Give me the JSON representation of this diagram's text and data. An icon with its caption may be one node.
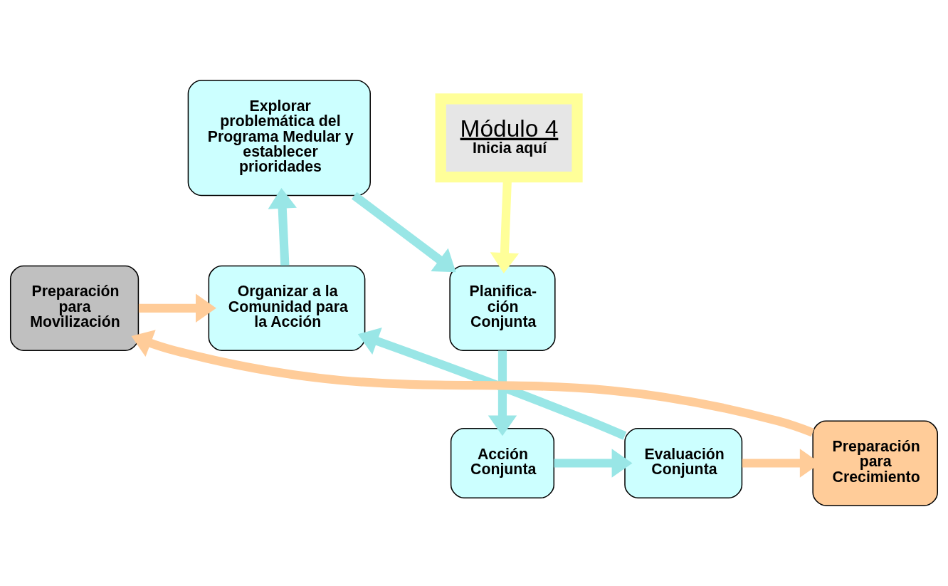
{
  "diagram": {
    "nodes": [
      {
        "text": [
          "Preparación para Movilización"
        ]
      },
      {
        "text": [
          "Organizar a la Comunidad para la Acción"
        ]
      },
      {
        "text": [
          "Explorar problemática del Programa Medular y establecer prioridades"
        ]
      },
      {
        "text": [
          "Módulo 4",
          "Inicia aquí"
        ]
      },
      {
        "text": [
          "Planifica- ción Conjunta"
        ]
      },
      {
        "text": [
          "Acción Conjunta"
        ]
      },
      {
        "text": [
          "Evaluación Conjunta"
        ]
      },
      {
        "text": [
          "Preparación para Crecimiento"
        ]
      }
    ],
    "edges": [
      {
        "from": 0,
        "to": 1,
        "arrow": "to",
        "color": "#ffcc99"
      },
      {
        "from": 1,
        "to": 2,
        "arrow": "to"
      },
      {
        "from": 2,
        "to": 4,
        "arrow": "to"
      },
      {
        "from": 3,
        "to": 4,
        "arrow": "to",
        "color": "#ffff99"
      },
      {
        "from": 4,
        "to": 5,
        "arrow": "to"
      },
      {
        "from": 5,
        "to": 6,
        "arrow": "to"
      },
      {
        "from": 6,
        "to": 1,
        "arrow": "to"
      },
      {
        "from": 6,
        "to": 7,
        "arrow": "to",
        "color": "#ffcc99"
      },
      {
        "from": 7,
        "to": 0,
        "arrow": "to",
        "color": "#ffcc99"
      }
    ]
  }
}
